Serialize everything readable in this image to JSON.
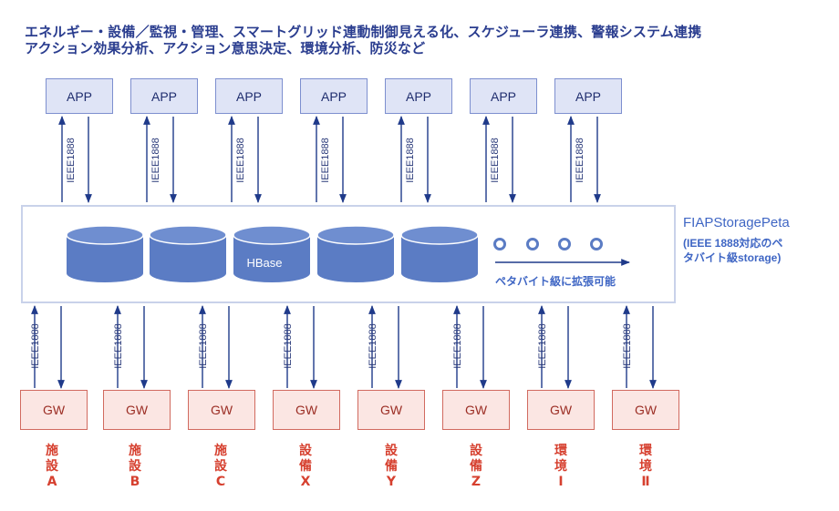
{
  "title": {
    "line1": "エネルギー・設備／監視・管理、スマートグリッド連動制御見える化、スケジューラ連携、警報システム連携",
    "line2": "アクション効果分析、アクション意思決定、環境分析、防災など"
  },
  "apps": [
    "APP",
    "APP",
    "APP",
    "APP",
    "APP",
    "APP",
    "APP"
  ],
  "protocol_label": "IEEE1888",
  "storage": {
    "db_label": "HBase",
    "expand_text": "ペタバイト級に拡張可能",
    "name": "FIAPStoragePeta",
    "desc_line1": "(IEEE 1888対応のペ",
    "desc_line2": "タバイト級storage)"
  },
  "gateways": [
    "GW",
    "GW",
    "GW",
    "GW",
    "GW",
    "GW",
    "GW",
    "GW"
  ],
  "destinations": [
    [
      "施",
      "設",
      "A"
    ],
    [
      "施",
      "設",
      "B"
    ],
    [
      "施",
      "設",
      "C"
    ],
    [
      "設",
      "備",
      "X"
    ],
    [
      "設",
      "備",
      "Y"
    ],
    [
      "設",
      "備",
      "Z"
    ],
    [
      "環",
      "境",
      "Ⅰ"
    ],
    [
      "環",
      "境",
      "Ⅱ"
    ]
  ],
  "colors": {
    "app_fill": "#dfe4f6",
    "app_border": "#7d8fcf",
    "gw_fill": "#fbe6e3",
    "gw_border": "#d16a5f",
    "cylinder": "#5b7cc4",
    "arrow": "#1f3a8a",
    "title": "#2a3d8f",
    "accent": "#3f66c4",
    "destination": "#d6402f"
  }
}
